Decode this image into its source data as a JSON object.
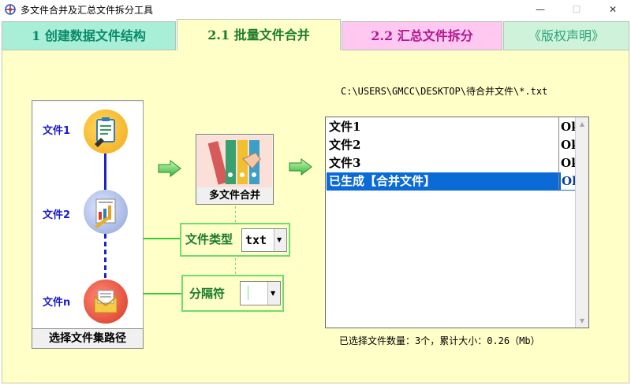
{
  "window": {
    "title": "多文件合并及汇总文件拆分工具",
    "minimize_glyph": "—",
    "maximize_glyph": "☐",
    "close_glyph": "✕"
  },
  "tabs": [
    {
      "label": "1 创建数据文件结构"
    },
    {
      "label": "2.1 批量文件合并",
      "active": true
    },
    {
      "label": "2.2 汇总文件拆分"
    },
    {
      "label": "《版权声明》"
    }
  ],
  "left_panel": {
    "file_labels": [
      "文件1",
      "文件2",
      "文件n"
    ],
    "icons": [
      "clipboard-icon",
      "document-chart-icon",
      "envelope-icon"
    ],
    "select_path_button": "选择文件集路径"
  },
  "merge_button": {
    "label": "多文件合并",
    "icon": "binders-icon"
  },
  "options": {
    "file_type": {
      "label": "文件类型",
      "value": "txt"
    },
    "separator": {
      "label": "分隔符",
      "value": ""
    }
  },
  "path_text": "C:\\USERS\\GMCC\\DESKTOP\\待合并文件\\*.txt",
  "file_list": {
    "rows": [
      {
        "name": "文件1",
        "status": "Ok"
      },
      {
        "name": "文件2",
        "status": "Ok"
      },
      {
        "name": "文件3",
        "status": "Ok"
      },
      {
        "name": "已生成【合并文件】",
        "status": "Ok",
        "selected": true
      }
    ]
  },
  "status_text": "已选择文件数量：3个，累计大小：0.26（Mb）",
  "colors": {
    "panel_bg": "#ffffc8",
    "tab1_bg": "#a9efd8",
    "tab3_bg": "#ffc8f0",
    "tab4_bg": "#cff3da",
    "option_border": "#6fdc6f",
    "selection": "#0a6ad6",
    "link_line": "#1b22cc"
  }
}
